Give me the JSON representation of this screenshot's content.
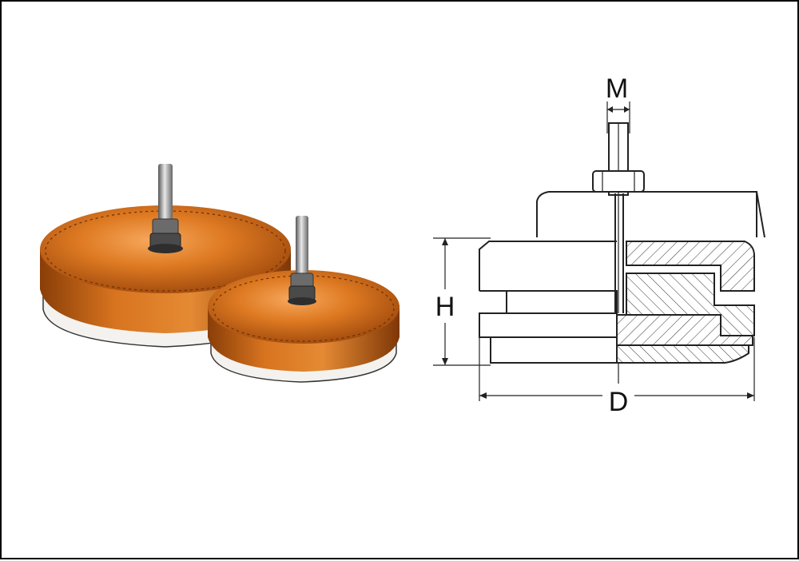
{
  "labels": {
    "m": "M",
    "h": "H",
    "d": "D"
  },
  "colors": {
    "pad_orange": "#d8741f",
    "pad_dark": "#8a3e08",
    "pad_light": "#f3a45a",
    "rubber": "#f4f2ee",
    "line": "#222222"
  }
}
